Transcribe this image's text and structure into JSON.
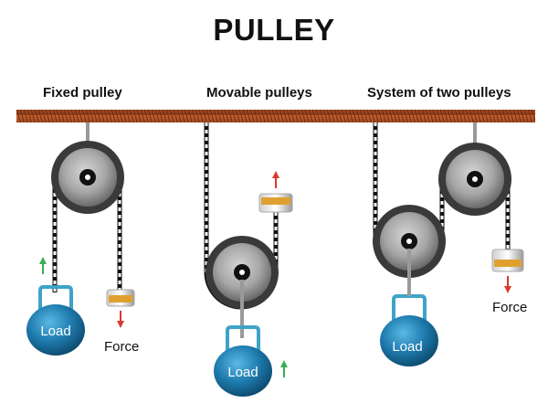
{
  "title": "PULLEY",
  "sections": {
    "fixed": {
      "heading": "Fixed pulley",
      "load": "Load",
      "force": "Force"
    },
    "movable": {
      "heading": "Movable pulleys",
      "load": "Load"
    },
    "system": {
      "heading": "System of two pulleys",
      "load": "Load",
      "force": "Force"
    }
  },
  "colors": {
    "beam": "#a0461f",
    "pulley_rim": "#3a3a3a",
    "pulley_face": "#8e8e8e",
    "load": "#1f7db0",
    "hook": "#3fa3c8",
    "arrow_up": "#3aae55",
    "arrow_down": "#d93a2e",
    "handle_band": "#e0a030"
  }
}
